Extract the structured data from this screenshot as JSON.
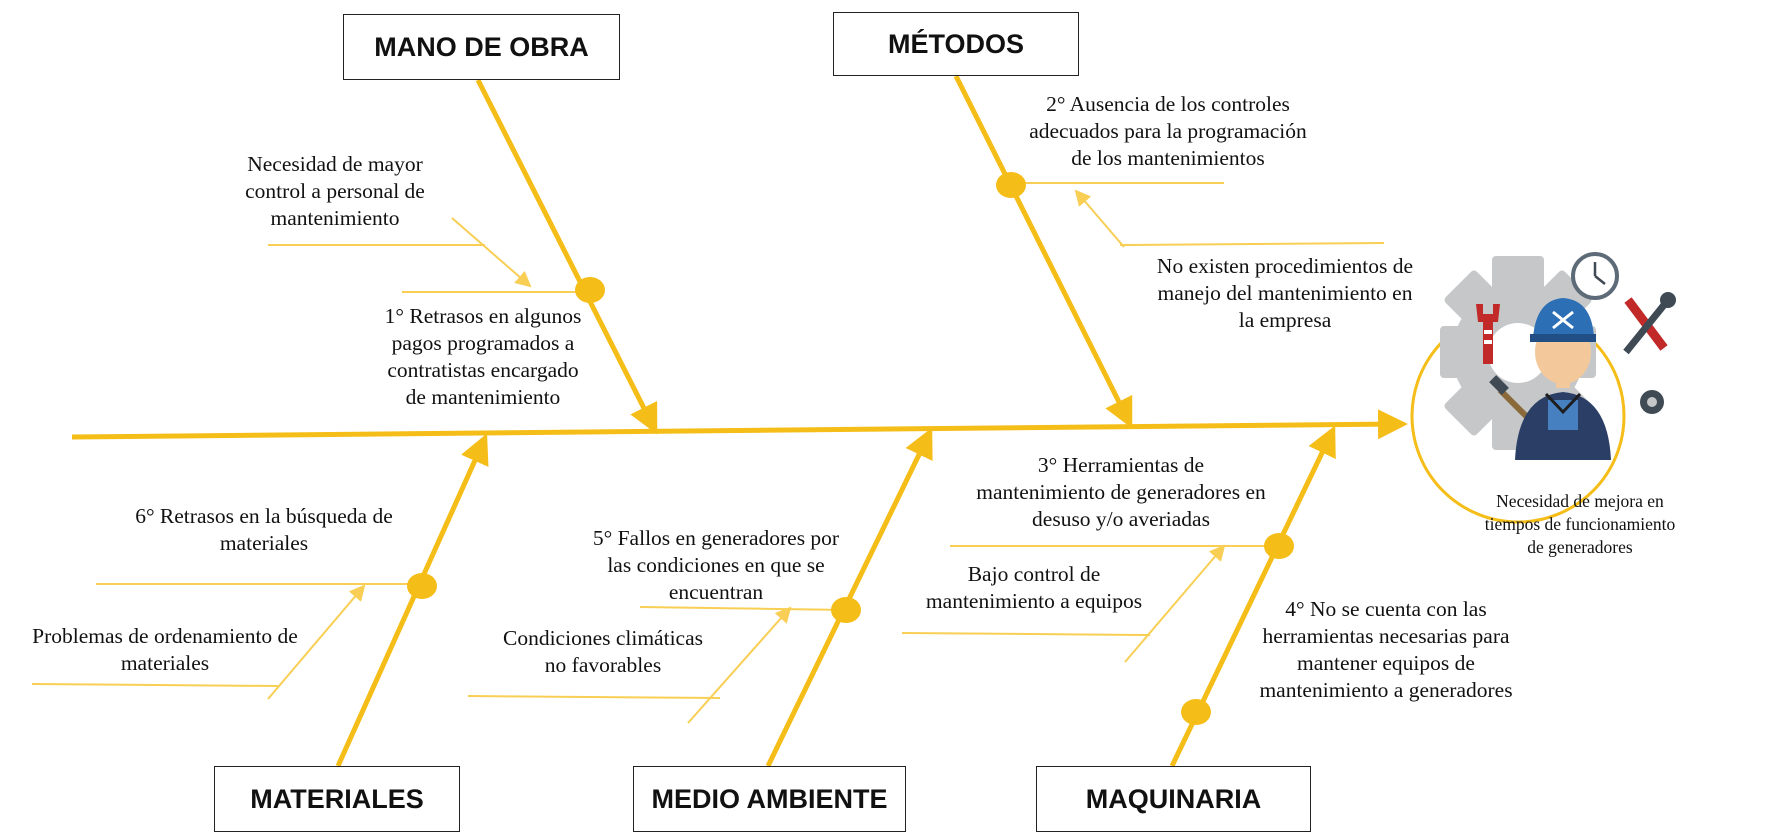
{
  "colors": {
    "spine": "#f5bd18",
    "thin_line": "#f8cf54",
    "box_border": "#222222",
    "effect_border": "#f5bd18"
  },
  "categories": {
    "mano_de_obra": "MANO DE OBRA",
    "metodos": "MÉTODOS",
    "materiales": "MATERIALES",
    "medio_ambiente": "MEDIO AMBIENTE",
    "maquinaria": "MAQUINARIA"
  },
  "causes": {
    "mano_control": [
      "Necesidad de mayor",
      "control a personal de",
      "mantenimiento"
    ],
    "mano_retrasos": [
      "1° Retrasos en algunos",
      "pagos programados a",
      "contratistas encargado",
      "de mantenimiento"
    ],
    "metodos_ausencia": [
      "2° Ausencia de los controles",
      "adecuados para la programación",
      "de los mantenimientos"
    ],
    "metodos_procedimientos": [
      "No existen procedimientos de",
      "manejo del mantenimiento en",
      "la empresa"
    ],
    "materiales_retrasos": [
      "6° Retrasos en la búsqueda de",
      "materiales"
    ],
    "materiales_ordenamiento": [
      "Problemas de ordenamiento de",
      "materiales"
    ],
    "ambiente_fallos": [
      "5° Fallos en generadores por",
      "las condiciones en que se",
      "encuentran"
    ],
    "ambiente_clima": [
      "Condiciones climáticas",
      "no favorables"
    ],
    "maquinaria_herramientas": [
      "3° Herramientas de",
      "mantenimiento de generadores  en",
      "desuso y/o averiadas"
    ],
    "maquinaria_bajo_control": [
      "Bajo control de",
      "mantenimiento a equipos"
    ],
    "maquinaria_no_cuenta": [
      "4° No se cuenta con las",
      "herramientas necesarias para",
      "mantener equipos de",
      "mantenimiento a generadores"
    ]
  },
  "effect": {
    "text": [
      "Necesidad de mejora en",
      "tiempos de funcionamiento",
      "de generadores"
    ],
    "icon": "maintenance-technician-gear-icon"
  }
}
